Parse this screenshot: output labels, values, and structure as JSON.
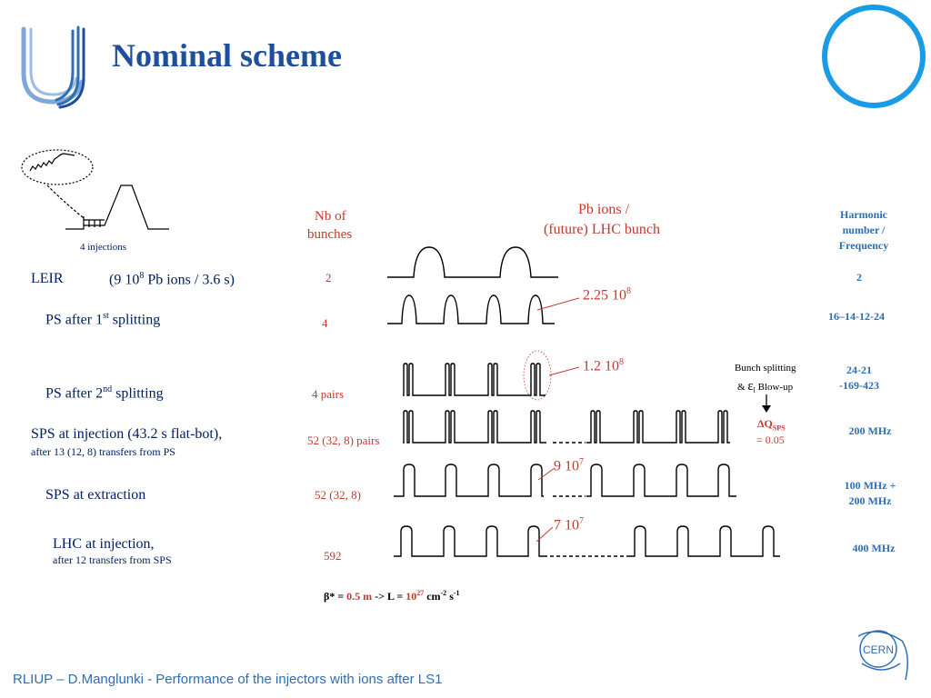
{
  "title": "Nominal scheme",
  "footer": "RLIUP – D.Manglunki - Performance of the injectors with ions after LS1",
  "headers": {
    "nb_bunches_1": "Nb of",
    "nb_bunches_2": "bunches",
    "pb_ions_1": "Pb ions /",
    "pb_ions_2": "(future) LHC bunch",
    "harmonic_1": "Harmonic",
    "harmonic_2": "number /",
    "harmonic_3": "Frequency"
  },
  "inset": {
    "caption": "4 injections"
  },
  "rows": [
    {
      "label": "LEIR",
      "label_detail": "(9 10",
      "label_sup": "8",
      "label_tail": " Pb ions / 3.6 s)",
      "nb": "2",
      "harmonic": "2"
    },
    {
      "label": "PS after 1",
      "label_sup": "st",
      "label_tail": " splitting",
      "nb": "4",
      "harmonic": "16–14-12-24"
    },
    {
      "label": "PS after 2",
      "label_sup": "nd",
      "label_tail": " splitting",
      "nb": "4 pairs",
      "harmonic_1": "24-21",
      "harmonic_2": "-169-423"
    },
    {
      "label": "SPS at  injection (43.2 s flat-bot),",
      "label_sub": "after 13 (12, 8) transfers from PS",
      "nb": "52 (32, 8) pairs",
      "harmonic": "200 MHz"
    },
    {
      "label": "SPS at  extraction",
      "nb": "52 (32, 8)",
      "harmonic_1": "100 MHz +",
      "harmonic_2": "200 MHz"
    },
    {
      "label": "LHC at injection,",
      "label_sub": "after 12 transfers from SPS",
      "nb": "592",
      "harmonic": "400 MHz"
    }
  ],
  "intensities": {
    "i1_base": "2.25  10",
    "i1_exp": "8",
    "i2_base": "1.2  10",
    "i2_exp": "8",
    "i3_base": "9 10",
    "i3_exp": "7",
    "i4_base": "7 10",
    "i4_exp": "7"
  },
  "bunch_splitting": {
    "line1": "Bunch splitting",
    "line2_pre": "& ",
    "line2_eps": "ε",
    "line2_sub": "l",
    "line2_post": " Blow-up",
    "dq": "ΔQ",
    "dq_sub": "SPS",
    "dq_val": "= 0.05"
  },
  "luminosity": {
    "beta": "β* = ",
    "beta_val": "0.5 m",
    "arrow": "  -> L = ",
    "l_base": "10",
    "l_exp": "27",
    "unit1": " cm",
    "unit1_exp": "-2",
    "unit2": " s",
    "unit2_exp": "-1"
  },
  "colors": {
    "title": "#1f4e9e",
    "label": "#002060",
    "red": "#c0392b",
    "blue": "#2e6eb5"
  },
  "logos": {
    "cern": "CERN"
  }
}
